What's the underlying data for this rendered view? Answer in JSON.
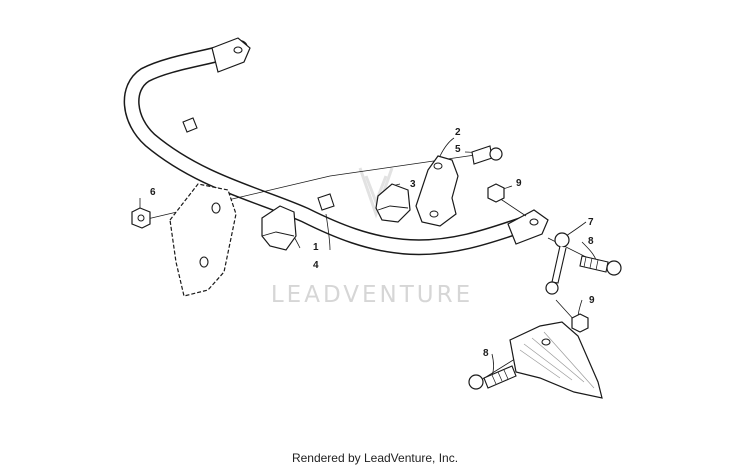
{
  "watermark": "LEADVENTURE",
  "credit": "Rendered by LeadVenture, Inc.",
  "callouts": {
    "c1": "1",
    "c2": "2",
    "c3": "3",
    "c4": "4",
    "c5": "5",
    "c6": "6",
    "c7": "7",
    "c8a": "8",
    "c8b": "8",
    "c9a": "9",
    "c9b": "9"
  },
  "colors": {
    "line": "#1a1a1a",
    "hatch": "#9a9a9a",
    "watermark": "#d6d6d6"
  }
}
